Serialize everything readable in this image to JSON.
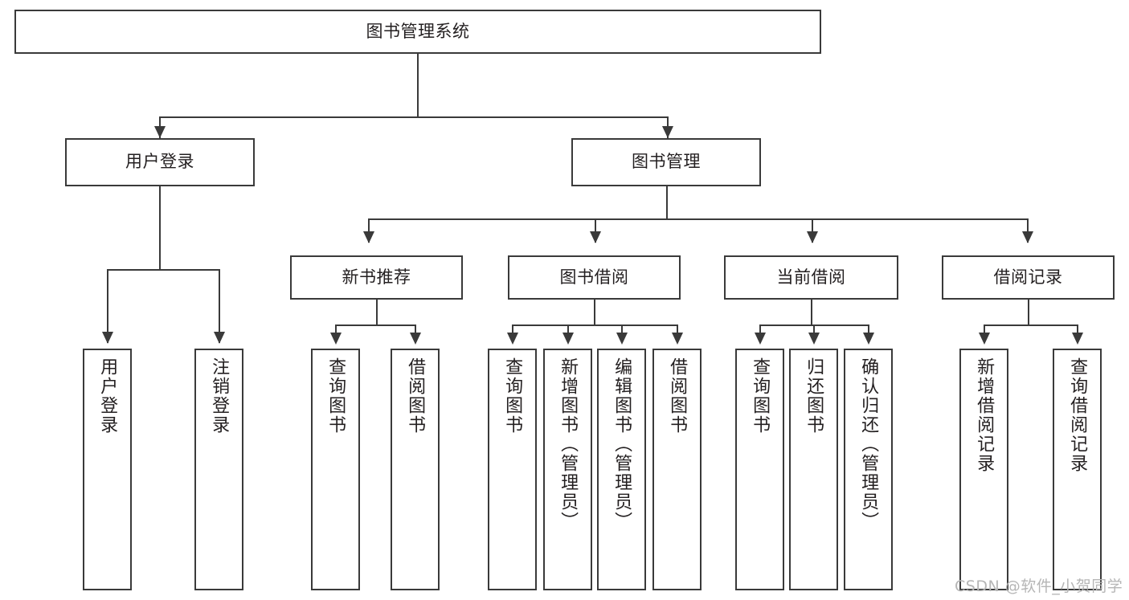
{
  "diagram": {
    "type": "tree-hierarchy",
    "title": "图书管理系统",
    "root": {
      "label": "图书管理系统"
    },
    "level2": [
      {
        "id": "user-login",
        "label": "用户登录"
      },
      {
        "id": "book-management",
        "label": "图书管理"
      }
    ],
    "level3": [
      {
        "id": "new-book-recommend",
        "label": "新书推荐"
      },
      {
        "id": "book-borrow",
        "label": "图书借阅"
      },
      {
        "id": "current-borrow",
        "label": "当前借阅"
      },
      {
        "id": "borrow-record",
        "label": "借阅记录"
      }
    ],
    "leaves": [
      {
        "id": "leaf-user-login",
        "label": "用户登录",
        "parent": "user-login"
      },
      {
        "id": "leaf-logout-login",
        "label": "注销登录",
        "parent": "user-login"
      },
      {
        "id": "leaf-query-book-1",
        "label": "查询图书",
        "parent": "new-book-recommend"
      },
      {
        "id": "leaf-borrow-book-1",
        "label": "借阅图书",
        "parent": "new-book-recommend"
      },
      {
        "id": "leaf-query-book-2",
        "label": "查询图书",
        "parent": "book-borrow"
      },
      {
        "id": "leaf-add-book-admin",
        "label": "新增图书（管理员）",
        "parent": "book-borrow"
      },
      {
        "id": "leaf-edit-book-admin",
        "label": "编辑图书（管理员）",
        "parent": "book-borrow"
      },
      {
        "id": "leaf-borrow-book-2",
        "label": "借阅图书",
        "parent": "book-borrow"
      },
      {
        "id": "leaf-query-book-3",
        "label": "查询图书",
        "parent": "current-borrow"
      },
      {
        "id": "leaf-return-book",
        "label": "归还图书",
        "parent": "current-borrow"
      },
      {
        "id": "leaf-confirm-return-admin",
        "label": "确认归还（管理员）",
        "parent": "current-borrow"
      },
      {
        "id": "leaf-add-borrow-record",
        "label": "新增借阅记录",
        "parent": "borrow-record"
      },
      {
        "id": "leaf-query-borrow-record",
        "label": "查询借阅记录",
        "parent": "borrow-record"
      }
    ]
  },
  "watermark": {
    "text": "CSDN @软件_小贺同学"
  },
  "colors": {
    "stroke": "#3a3a3a",
    "text": "#231f20",
    "background": "#ffffff",
    "watermark": "#b6b6b6"
  }
}
